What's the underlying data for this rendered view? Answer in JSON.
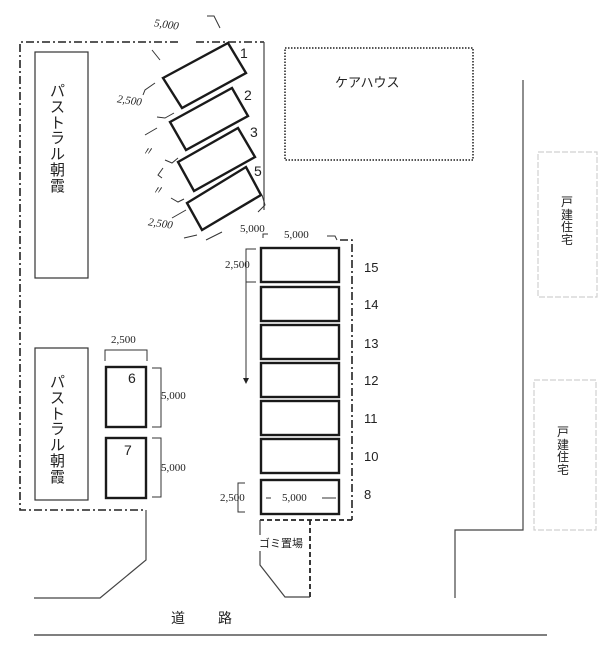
{
  "buildings": {
    "pastoral_upper": {
      "label": "パストラル朝霞",
      "chars": [
        "パ",
        "ス",
        "ト",
        "ラ",
        "ル",
        "朝",
        "霞"
      ]
    },
    "pastoral_lower": {
      "label": "パストラル朝霞",
      "chars": [
        "パ",
        "ス",
        "ト",
        "ラ",
        "ル",
        "朝",
        "霞"
      ]
    },
    "care_house": {
      "label": "ケアハウス"
    },
    "house_upper": {
      "label": "戸建住宅",
      "chars": [
        "戸",
        "建",
        "住",
        "宅"
      ]
    },
    "house_lower": {
      "label": "戸建住宅",
      "chars": [
        "戸",
        "建",
        "住",
        "宅"
      ]
    },
    "garbage": {
      "label": "ゴミ置場"
    }
  },
  "road": {
    "label_1": "道",
    "label_2": "路"
  },
  "angled_stalls": {
    "numbers": [
      "1",
      "2",
      "3",
      "5"
    ],
    "dim_length": "5,000",
    "dim_width_top": "2,500",
    "ditto_1": "〃",
    "ditto_2": "〃",
    "dim_width_bottom": "2,500"
  },
  "column_stalls": {
    "numbers": [
      "15",
      "14",
      "13",
      "12",
      "11",
      "10",
      "8"
    ],
    "dim_top_left": "5,000",
    "dim_top_right": "5,000",
    "dim_width_top": "2,500",
    "dim_width_bottom": "2,500",
    "dim_length_bottom": "5,000"
  },
  "left_stalls": {
    "numbers": [
      "6",
      "7"
    ],
    "dim_width": "2,500",
    "dim_length_6": "5,000",
    "dim_length_7": "5,000"
  }
}
